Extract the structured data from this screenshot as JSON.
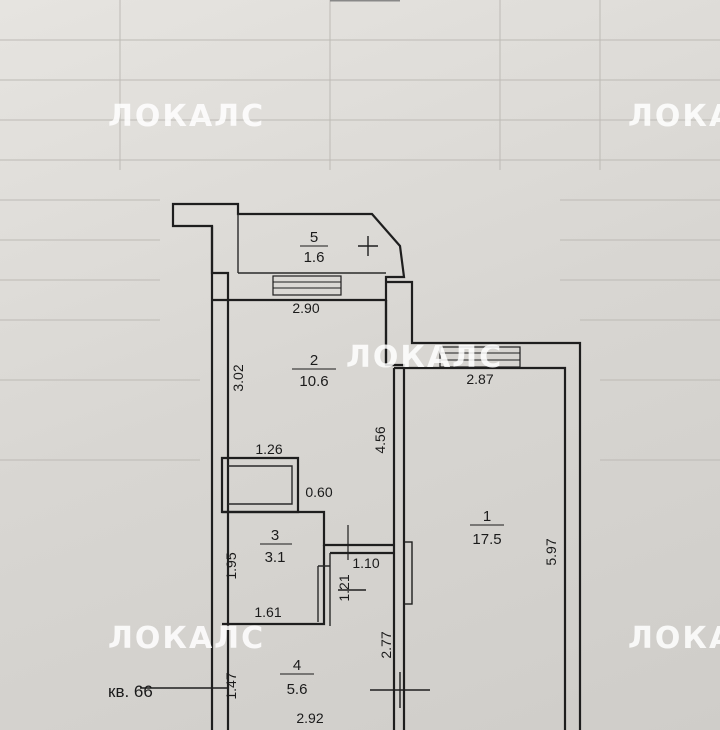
{
  "watermark": "ЛОКАЛС",
  "apartment_label": "кв. 66",
  "rooms": [
    {
      "number": "1",
      "area": "17.5"
    },
    {
      "number": "2",
      "area": "10.6"
    },
    {
      "number": "3",
      "area": "3.1"
    },
    {
      "number": "4",
      "area": "5.6"
    },
    {
      "number": "5",
      "area": "1.6"
    }
  ],
  "dimensions": [
    "2.90",
    "3.02",
    "4.56",
    "1.26",
    "0.60",
    "2.87",
    "5.97",
    "1.95",
    "1.10",
    "1.21",
    "1.61",
    "2.77",
    "1.47",
    "2.92"
  ]
}
